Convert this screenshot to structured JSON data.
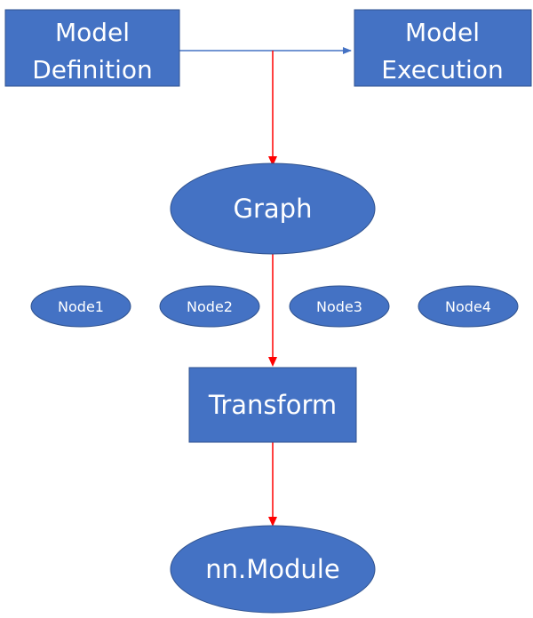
{
  "colors": {
    "shape_fill": "#4472C4",
    "shape_text": "#FFFFFF",
    "connector_blue": "#4472C4",
    "connector_red": "#FF0000"
  },
  "nodes": {
    "model_definition": {
      "line1": "Model",
      "line2": "Definition"
    },
    "model_execution": {
      "line1": "Model",
      "line2": "Execution"
    },
    "graph": "Graph",
    "graph_nodes": [
      "Node1",
      "Node2",
      "Node3",
      "Node4"
    ],
    "transform": "Transform",
    "nn_module": "nn.Module"
  }
}
